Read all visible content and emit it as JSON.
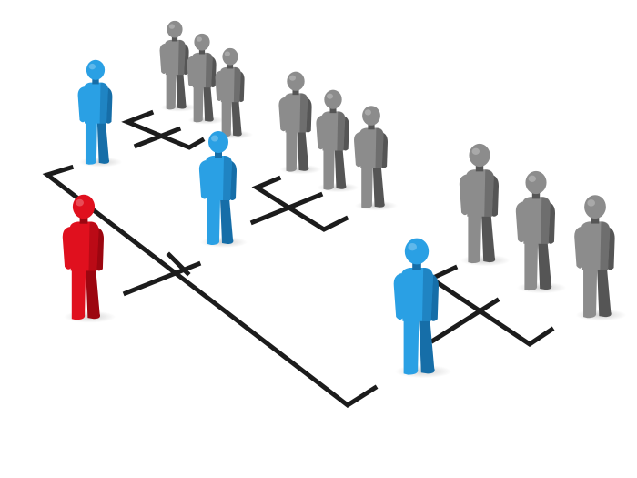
{
  "scene": {
    "background_color": "#ffffff",
    "line_color": "#1c1c1c",
    "colors": {
      "leader": "#e0101e",
      "leader_shadow": "#9c0610",
      "manager": "#2aa0e4",
      "manager_shadow": "#166ea8",
      "member": "#8c8c8c",
      "member_shadow": "#555555"
    },
    "groups": [
      {
        "role": "leader",
        "count": 1
      },
      {
        "role": "manager",
        "count": 3
      },
      {
        "role": "member",
        "count": 9
      }
    ]
  }
}
